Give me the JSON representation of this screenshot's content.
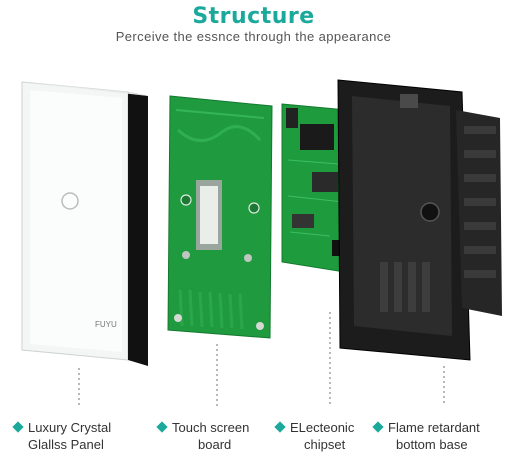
{
  "header": {
    "title": "Structure",
    "subtitle": "Perceive the essnce through the appearance"
  },
  "colors": {
    "accent": "#1aa99a",
    "pcb_green": "#1f9a3f",
    "base_black": "#1c1c1c",
    "glass_white": "#f5f6f6"
  },
  "panel": {
    "brand": "FUYU"
  },
  "labels": [
    {
      "line1": "Luxury Crystal",
      "line2": "Glallss Panel"
    },
    {
      "line1": "Touch screen",
      "line2": "board"
    },
    {
      "line1": "ELecteonic",
      "line2": "chipset"
    },
    {
      "line1": "Flame retardant",
      "line2": "bottom  base"
    }
  ]
}
